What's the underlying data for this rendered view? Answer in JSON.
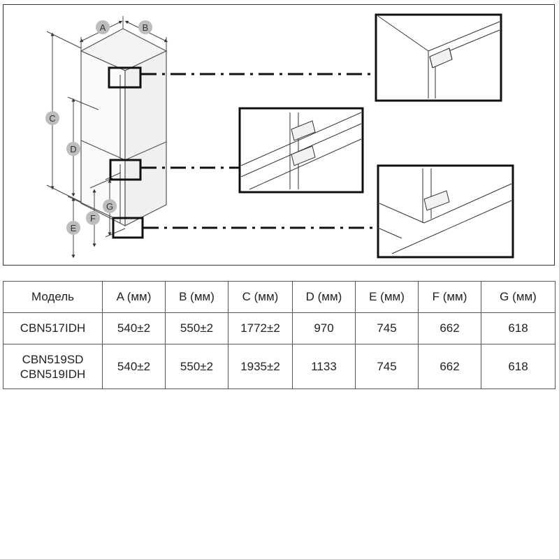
{
  "diagram": {
    "dimension_labels": {
      "a": "A",
      "b": "B",
      "c": "C",
      "d": "D",
      "e": "E",
      "f": "F",
      "g": "G"
    },
    "detail_views": [
      "top-hinge-detail",
      "middle-hinge-detail",
      "bottom-hinge-detail"
    ]
  },
  "spec_table": {
    "headers": [
      "Модель",
      "A (мм)",
      "B (мм)",
      "C (мм)",
      "D (мм)",
      "E (мм)",
      "F (мм)",
      "G (мм)"
    ],
    "rows": [
      {
        "models": [
          "CBN517IDH"
        ],
        "a": "540±2",
        "b": "550±2",
        "c": "1772±2",
        "d": "970",
        "e": "745",
        "f": "662",
        "g": "618"
      },
      {
        "models": [
          "CBN519SD",
          "CBN519IDH"
        ],
        "a": "540±2",
        "b": "550±2",
        "c": "1935±2",
        "d": "1133",
        "e": "745",
        "f": "662",
        "g": "618"
      }
    ]
  }
}
